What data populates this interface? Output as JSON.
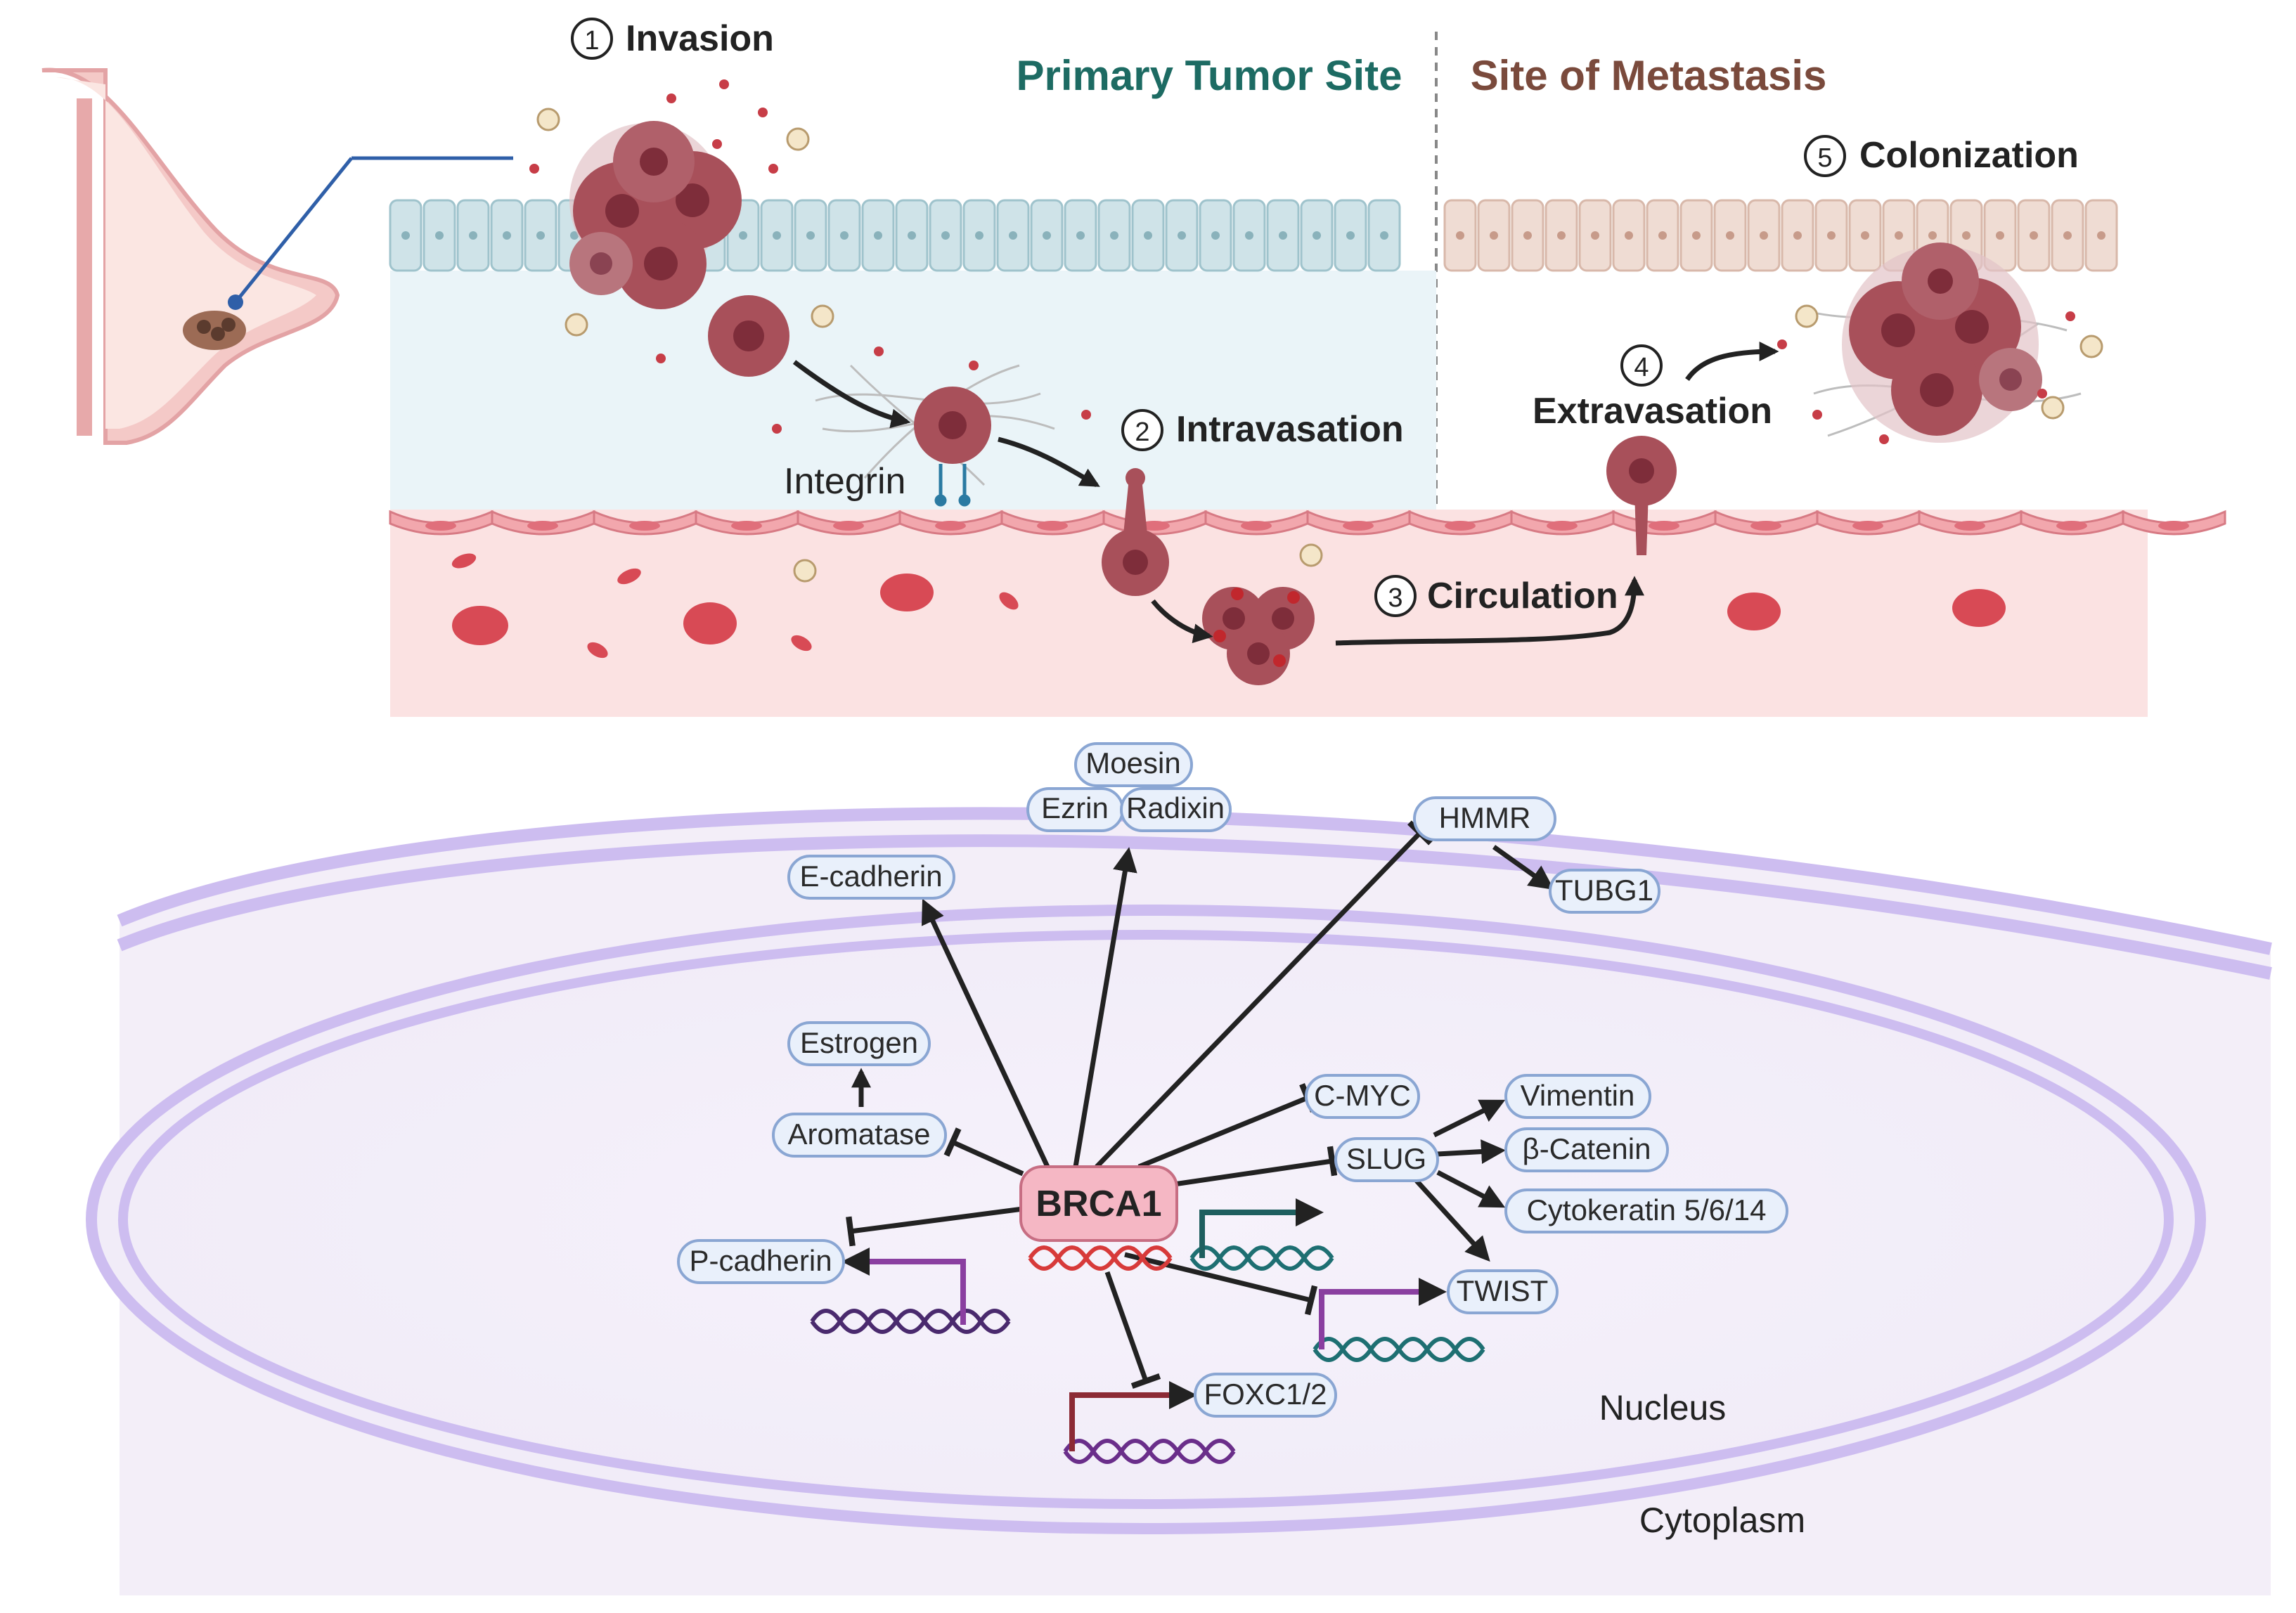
{
  "sites": {
    "primary": "Primary Tumor Site",
    "metastasis": "Site of Metastasis"
  },
  "steps": [
    {
      "num": "1",
      "label": "Invasion"
    },
    {
      "num": "2",
      "label": "Intravasation"
    },
    {
      "num": "3",
      "label": "Circulation"
    },
    {
      "num": "4",
      "label": "Extravasation"
    },
    {
      "num": "5",
      "label": "Colonization"
    }
  ],
  "labels": {
    "integrin": "Integrin",
    "nucleus": "Nucleus",
    "cytoplasm": "Cytoplasm",
    "center": "BRCA1"
  },
  "proteins": {
    "moesin": "Moesin",
    "ezrin": "Ezrin",
    "radixin": "Radixin",
    "hmmr": "HMMR",
    "tubg1": "TUBG1",
    "ecadherin": "E-cadherin",
    "estrogen": "Estrogen",
    "aromatase": "Aromatase",
    "cmyc": "C-MYC",
    "slug": "SLUG",
    "vimentin": "Vimentin",
    "bcatenin": "β-Catenin",
    "cytokeratin": "Cytokeratin 5/6/14",
    "pcadherin": "P-cadherin",
    "twist": "TWIST",
    "foxc": "FOXC1/2"
  },
  "colors": {
    "tumor": "#a8505a",
    "tumor_dark": "#7e2d3a",
    "epithelium_primary": "#cfe3e8",
    "epithelium_meta": "#efdcd3",
    "vessel": "#f6d4d6",
    "rbc": "#d84a55",
    "membrane": "#c9b8ee",
    "brca1_fill": "#f5b7c4",
    "dna_red": "#d73a3a",
    "dna_teal": "#1e6f72",
    "dna_purple": "#6a2e8a",
    "promoter_purple": "#8a3fa0",
    "promoter_teal": "#1e5f5f",
    "promoter_red": "#8c2a35"
  }
}
